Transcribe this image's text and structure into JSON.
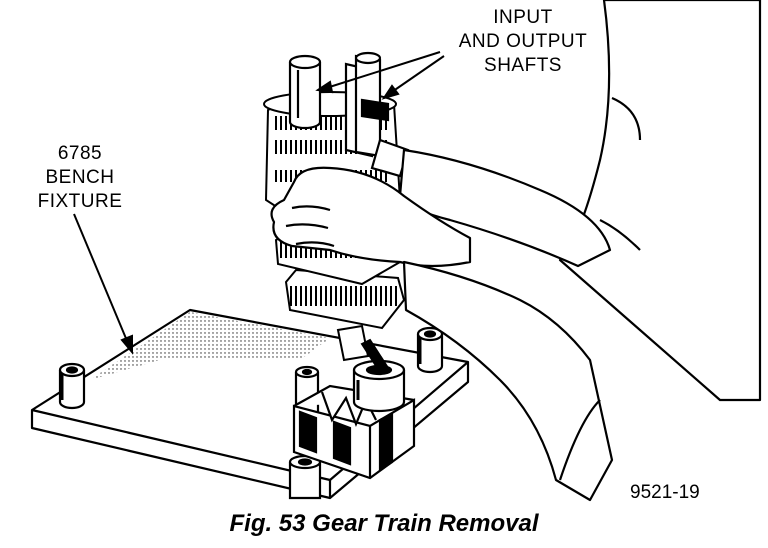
{
  "callouts": {
    "input_output_shafts": [
      "INPUT",
      "AND OUTPUT",
      "SHAFTS"
    ],
    "bench_fixture": [
      "6785",
      "BENCH",
      "FIXTURE"
    ]
  },
  "reference_number": "9521-19",
  "caption": "Fig. 53 Gear Train Removal"
}
